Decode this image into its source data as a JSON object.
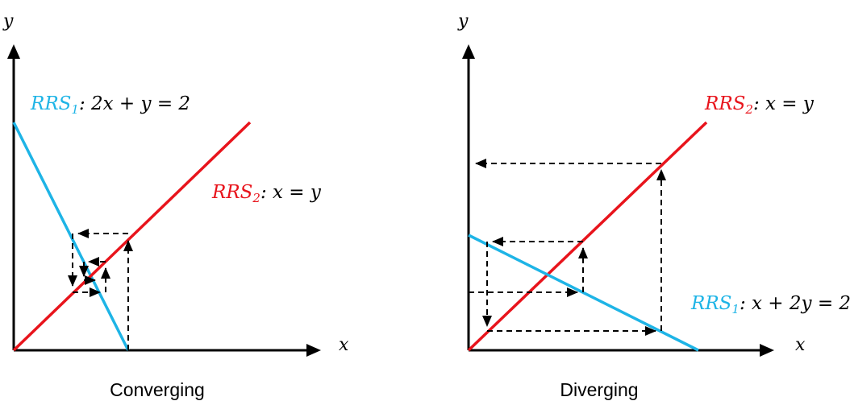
{
  "colors": {
    "rrs1": "#1eb4e6",
    "rrs2": "#e8141c",
    "axis": "#000000",
    "path": "#000000"
  },
  "left": {
    "caption": "Converging",
    "x_axis_label": "x",
    "y_axis_label": "y",
    "rrs1": {
      "name": "RRS",
      "sub": "1",
      "equation": ": 2x + y = 2"
    },
    "rrs2": {
      "name": "RRS",
      "sub": "2",
      "equation": ": x = y"
    }
  },
  "right": {
    "caption": "Diverging",
    "x_axis_label": "x",
    "y_axis_label": "y",
    "rrs1": {
      "name": "RRS",
      "sub": "1",
      "equation": ": x + 2y = 2"
    },
    "rrs2": {
      "name": "RRS",
      "sub": "2",
      "equation": ": x = y"
    }
  }
}
